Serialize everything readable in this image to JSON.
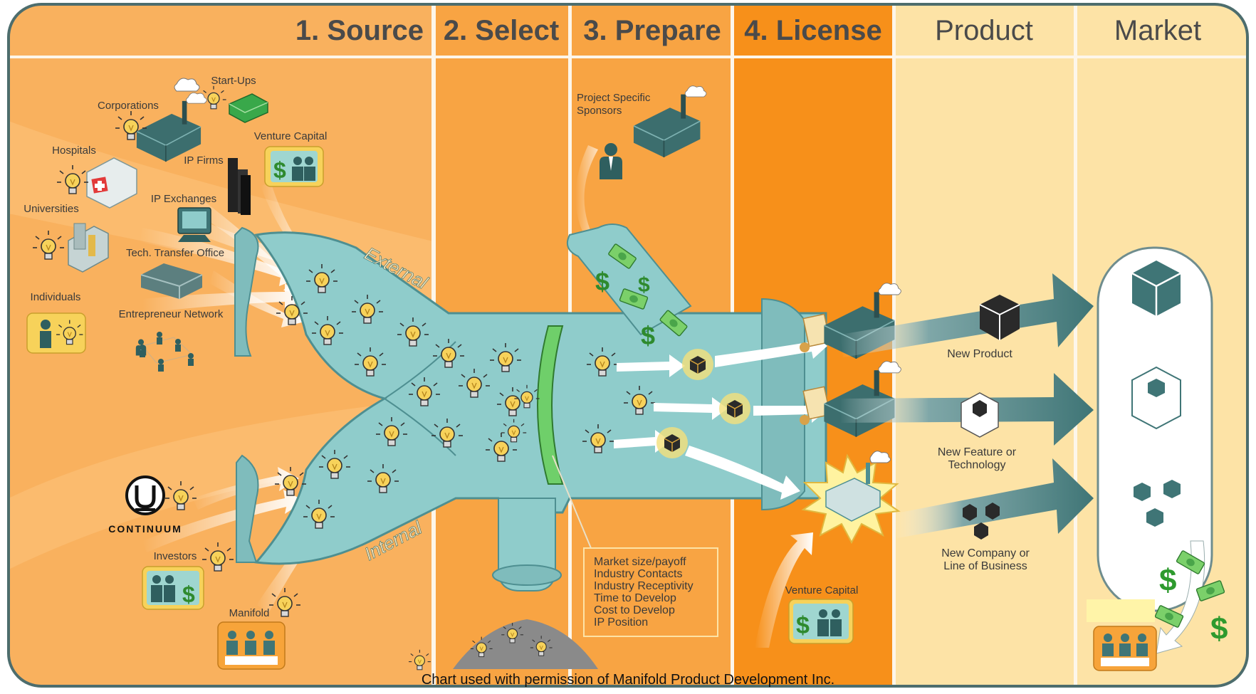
{
  "stages": {
    "source": "1. Source",
    "select": "2. Select",
    "prepare": "3. Prepare",
    "license": "4. License",
    "product": "Product",
    "market": "Market"
  },
  "sources": {
    "start_ups": "Start-Ups",
    "corporations": "Corporations",
    "venture_capital": "Venture Capital",
    "hospitals": "Hospitals",
    "ip_firms": "IP Firms",
    "ip_exchanges": "IP Exchanges",
    "universities": "Universities",
    "tech_transfer": "Tech. Transfer Office",
    "individuals": "Individuals",
    "entrepreneur_network": "Entrepreneur Network",
    "continuum": "CONTINUUM",
    "investors": "Investors",
    "manifold": "Manifold"
  },
  "pipe": {
    "external": "External",
    "internal": "Internal"
  },
  "prepare": {
    "sponsors_line1": "Project Specific",
    "sponsors_line2": "Sponsors"
  },
  "criteria": [
    "Market size/payoff",
    "Industry Contacts",
    "Industry Receptivity",
    "Time to Develop",
    "Cost to Develop",
    "IP Position"
  ],
  "license": {
    "venture_capital": "Venture Capital"
  },
  "products": {
    "new_product": "New Product",
    "new_feature_line1": "New Feature or",
    "new_feature_line2": "Technology",
    "new_company_line1": "New Company or",
    "new_company_line2": "Line of Business"
  },
  "credit": "Chart used with permission of Manifold Product Development Inc.",
  "colors": {
    "source_bg": "#f9b15e",
    "select_bg": "#f8a443",
    "prepare_bg": "#f8a443",
    "license_bg": "#f7901a",
    "product_bg": "#fde3a6",
    "market_bg": "#fde3a6",
    "pipe": "#8fcccb",
    "pipe_dark": "#4e8f91",
    "arrow": "#4b7f80",
    "filter": "#6fcf6a"
  }
}
